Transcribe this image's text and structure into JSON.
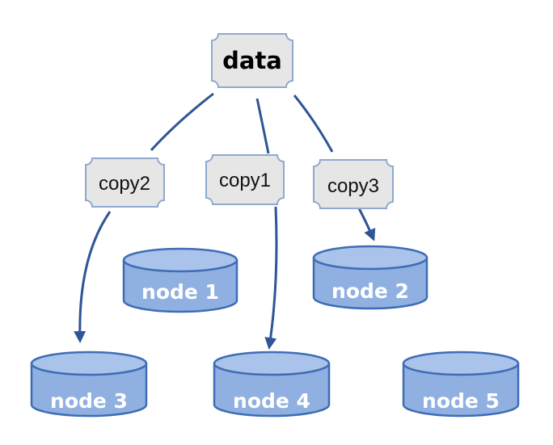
{
  "source": {
    "label": "data"
  },
  "copies": [
    {
      "id": "copy2",
      "label": "copy2"
    },
    {
      "id": "copy1",
      "label": "copy1"
    },
    {
      "id": "copy3",
      "label": "copy3"
    }
  ],
  "nodes": [
    {
      "id": "node1",
      "label": "node 1"
    },
    {
      "id": "node2",
      "label": "node 2"
    },
    {
      "id": "node3",
      "label": "node 3"
    },
    {
      "id": "node4",
      "label": "node 4"
    },
    {
      "id": "node5",
      "label": "node 5"
    }
  ],
  "edges": [
    {
      "from": "data",
      "to": "copy2"
    },
    {
      "from": "data",
      "to": "copy1"
    },
    {
      "from": "data",
      "to": "copy3"
    },
    {
      "from": "copy2",
      "to": "node3"
    },
    {
      "from": "copy1",
      "to": "node4"
    },
    {
      "from": "copy3",
      "to": "node2"
    }
  ],
  "colors": {
    "edge": "#2f5597",
    "cylinder_fill": "#8fb0e0",
    "cylinder_top": "#a9c3ea",
    "cylinder_stroke": "#3e6db5",
    "plate_fill": "#e6e6e6",
    "plate_stroke": "#8fa9cf"
  }
}
